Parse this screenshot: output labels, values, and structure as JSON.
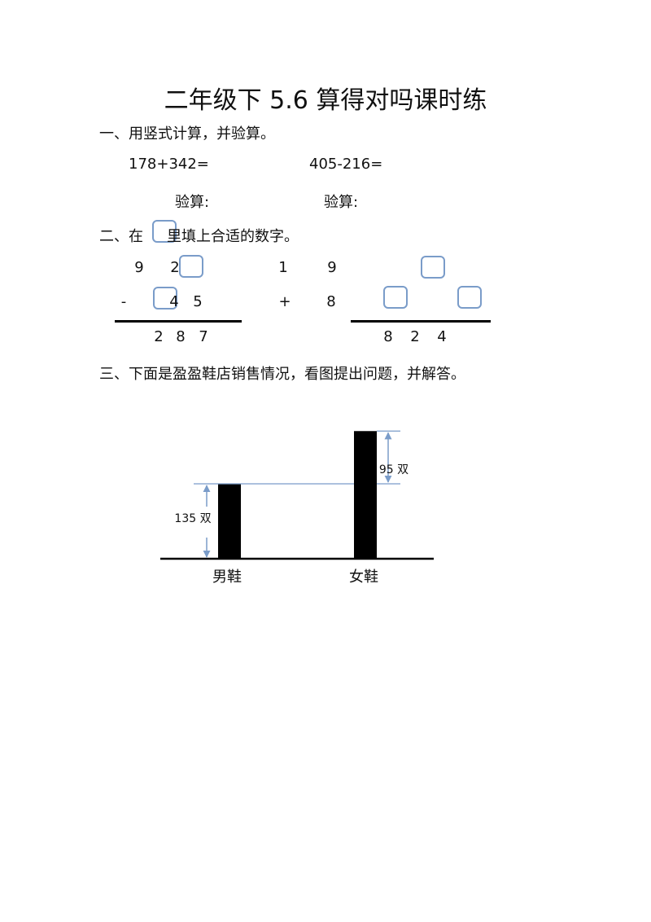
{
  "title": "二年级下 5.6 算得对吗课时练",
  "section1": {
    "heading": "一、用竖式计算，并验算。",
    "eq1": "178+342=",
    "eq2": "405-216=",
    "check1": "验算:",
    "check2": "验算:"
  },
  "section2": {
    "heading_a": "二、在",
    "heading_b": "里填上合适的数字。",
    "sub": {
      "row1": [
        "9",
        "2"
      ],
      "op": "-",
      "row2": [
        "4",
        "5"
      ],
      "result": [
        "2",
        "8",
        "7"
      ]
    },
    "add": {
      "row1": [
        "1",
        "9"
      ],
      "op": "+",
      "row2": [
        "8"
      ],
      "result": [
        "8",
        "2",
        "4"
      ]
    }
  },
  "section3": {
    "heading": "三、下面是盈盈鞋店销售情况，看图提出问题，并解答。"
  },
  "chart_data": {
    "type": "bar",
    "categories": [
      "男鞋",
      "女鞋"
    ],
    "values": [
      135,
      230
    ],
    "annotations": [
      "135 双",
      "95 双"
    ],
    "bar_color": "#000000",
    "annotation_color": "#7a9cc9"
  }
}
